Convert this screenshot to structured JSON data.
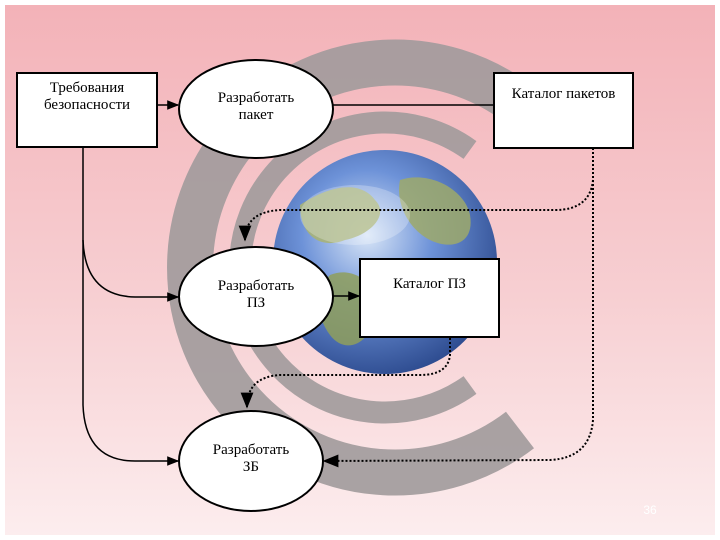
{
  "nodes": {
    "requirements": [
      "Требования",
      "безопасности"
    ],
    "dev_package": [
      "Разработать",
      "пакет"
    ],
    "package_catalog": [
      "Каталог пакетов"
    ],
    "dev_pz": [
      "Разработать",
      "ПЗ"
    ],
    "pz_catalog": [
      "Каталог ПЗ"
    ],
    "dev_zb": [
      "Разработать",
      "ЗБ"
    ]
  },
  "slide_number": "36",
  "colors": {
    "background_top": "#f3b5bb",
    "background_bottom": "#fbe9ea",
    "logo_gray": "#9c9697",
    "globe_ocean": "#4e73c9",
    "globe_land": "#9aa86a"
  }
}
